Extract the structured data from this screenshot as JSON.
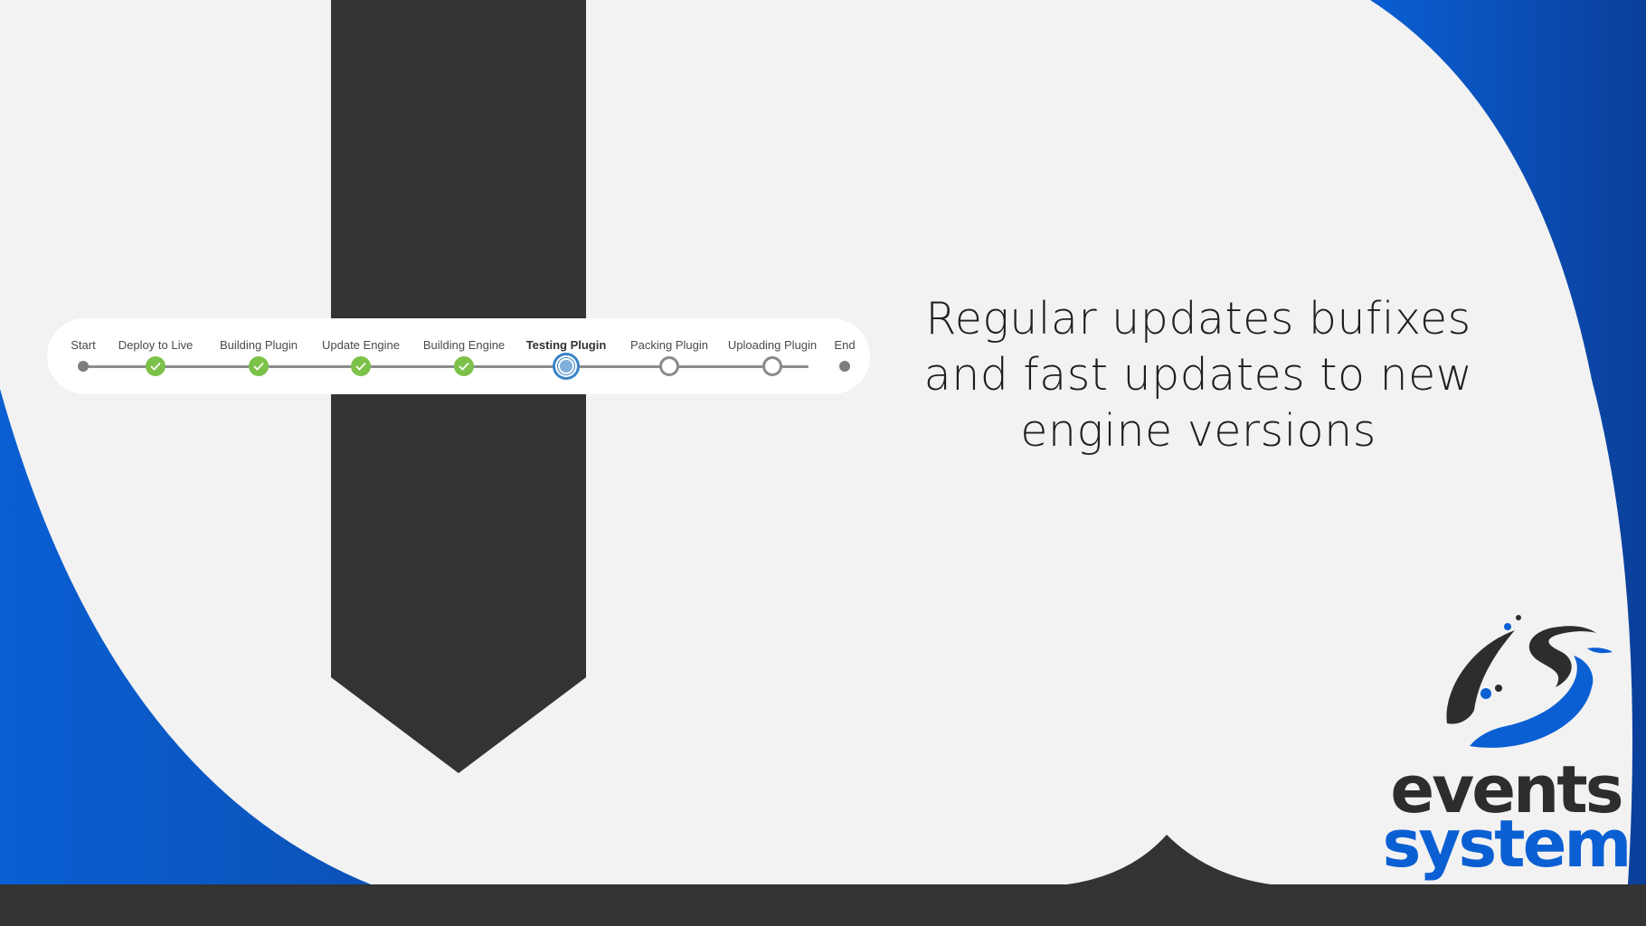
{
  "headline": "Regular updates bufixes and fast updates to new engine versions",
  "colors": {
    "background": "#f2f2f2",
    "blue": "#0a5fd3",
    "dark": "#333333",
    "step_done": "#7cc14a",
    "step_current": "#3b83c6"
  },
  "pipeline": {
    "steps": [
      {
        "label": "Start",
        "state": "endpoint"
      },
      {
        "label": "Deploy to Live",
        "state": "done"
      },
      {
        "label": "Building Plugin",
        "state": "done"
      },
      {
        "label": "Update Engine",
        "state": "done"
      },
      {
        "label": "Building Engine",
        "state": "done"
      },
      {
        "label": "Testing Plugin",
        "state": "current"
      },
      {
        "label": "Packing Plugin",
        "state": "pending"
      },
      {
        "label": "Uploading Plugin",
        "state": "pending"
      },
      {
        "label": "End",
        "state": "endpoint"
      }
    ]
  },
  "logo": {
    "word1": "events",
    "word2": "system"
  },
  "icons": {
    "done": "check-icon",
    "current": "radio-target-icon"
  }
}
